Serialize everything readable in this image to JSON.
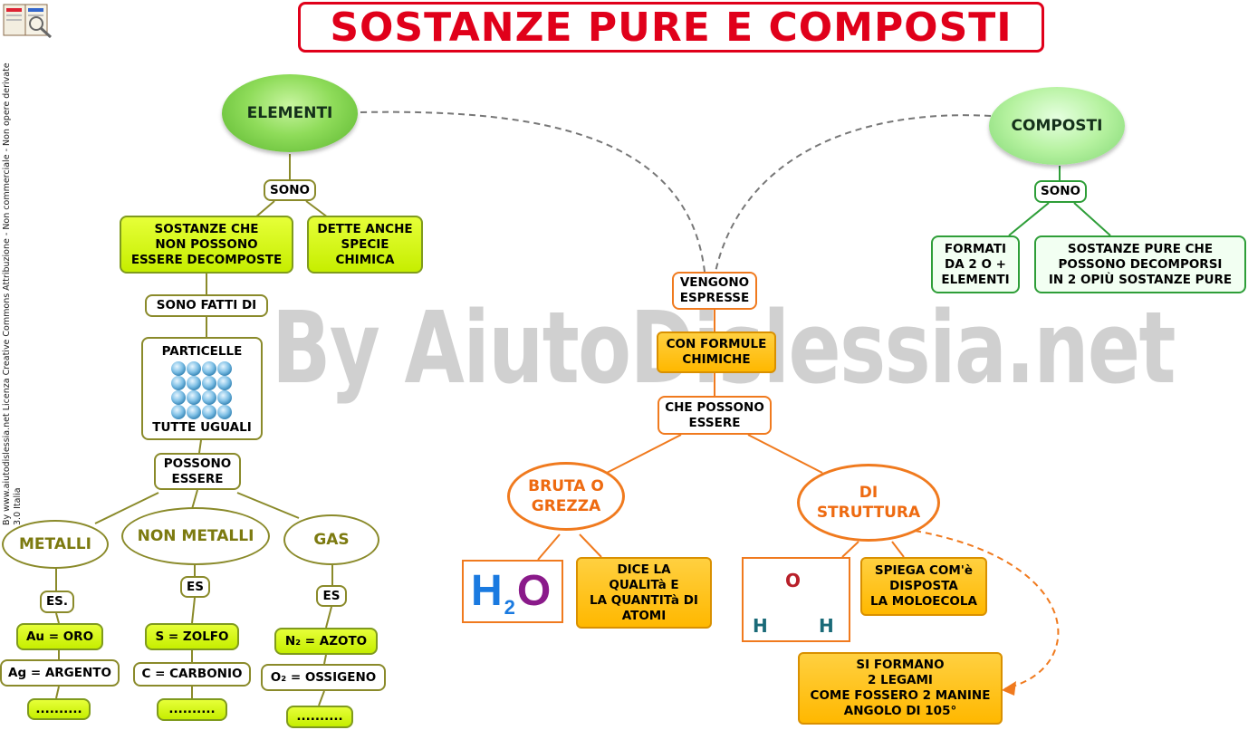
{
  "title": "SOSTANZE PURE E COMPOSTI",
  "watermark": "By AiutoDislessia.net",
  "credit": {
    "line1": "By www.aiutodislessia.net Licenza Creative Commons Attribuzione - Non commerciale - Non opere derivate",
    "line2": "3.0 Italia"
  },
  "elementi": {
    "title": "ELEMENTI",
    "sono": "SONO",
    "def1": [
      "SOSTANZE CHE",
      "NON POSSONO",
      "ESSERE DECOMPOSTE"
    ],
    "def2": [
      "DETTE ANCHE",
      "SPECIE",
      "CHIMICA"
    ],
    "sono_fatti_di": "SONO FATTI DI",
    "particelle_top": "PARTICELLE",
    "particelle_bottom": "TUTTE UGUALI",
    "possono_essere": [
      "POSSONO",
      "ESSERE"
    ],
    "categories": [
      {
        "name": "METALLI",
        "es": "ES.",
        "examples": [
          "Au = ORO",
          "Ag = ARGENTO",
          ".........."
        ]
      },
      {
        "name": "NON METALLI",
        "es": "ES",
        "examples": [
          "S = ZOLFO",
          "C = CARBONIO",
          ".........."
        ]
      },
      {
        "name": "GAS",
        "es": "ES",
        "examples": [
          "N₂ = AZOTO",
          "O₂ = OSSIGENO",
          ".........."
        ]
      }
    ]
  },
  "composti": {
    "title": "COMPOSTI",
    "sono": "SONO",
    "def1": [
      "FORMATI",
      "DA 2 O +",
      "ELEMENTI"
    ],
    "def2": [
      "SOSTANZE PURE CHE",
      "POSSONO DECOMPORSI",
      "IN 2 OPIÙ SOSTANZE PURE"
    ]
  },
  "formule": {
    "vengono": [
      "VENGONO",
      "ESPRESSE"
    ],
    "con_formule": [
      "CON FORMULE",
      "CHIMICHE"
    ],
    "che_possono": [
      "CHE POSSONO",
      "ESSERE"
    ],
    "bruta": [
      "BRUTA O",
      "GREZZA"
    ],
    "struttura": [
      "DI",
      "STRUTTURA"
    ],
    "h2o": {
      "h": "H",
      "sub": "2",
      "o": "O"
    },
    "bruta_desc": [
      "DICE LA",
      "QUALITà E",
      "LA QUANTITà DI",
      "ATOMI"
    ],
    "struct_atoms": {
      "o": "O",
      "h1": "H",
      "h2": "H"
    },
    "struttura_desc": [
      "SPIEGA COM'è",
      "DISPOSTA",
      "LA MOLOECOLA"
    ],
    "legami": [
      "SI FORMANO",
      "2 LEGAMI",
      "COME FOSSERO 2 MANINE",
      "ANGOLO DI 105°"
    ]
  },
  "colors": {
    "title_red": "#e0001a",
    "olive": "#8a8a2a",
    "green": "#2e9e38",
    "orange": "#f07a1e",
    "h_blue": "#1a7ae0",
    "o_purple": "#8a1a8a"
  }
}
